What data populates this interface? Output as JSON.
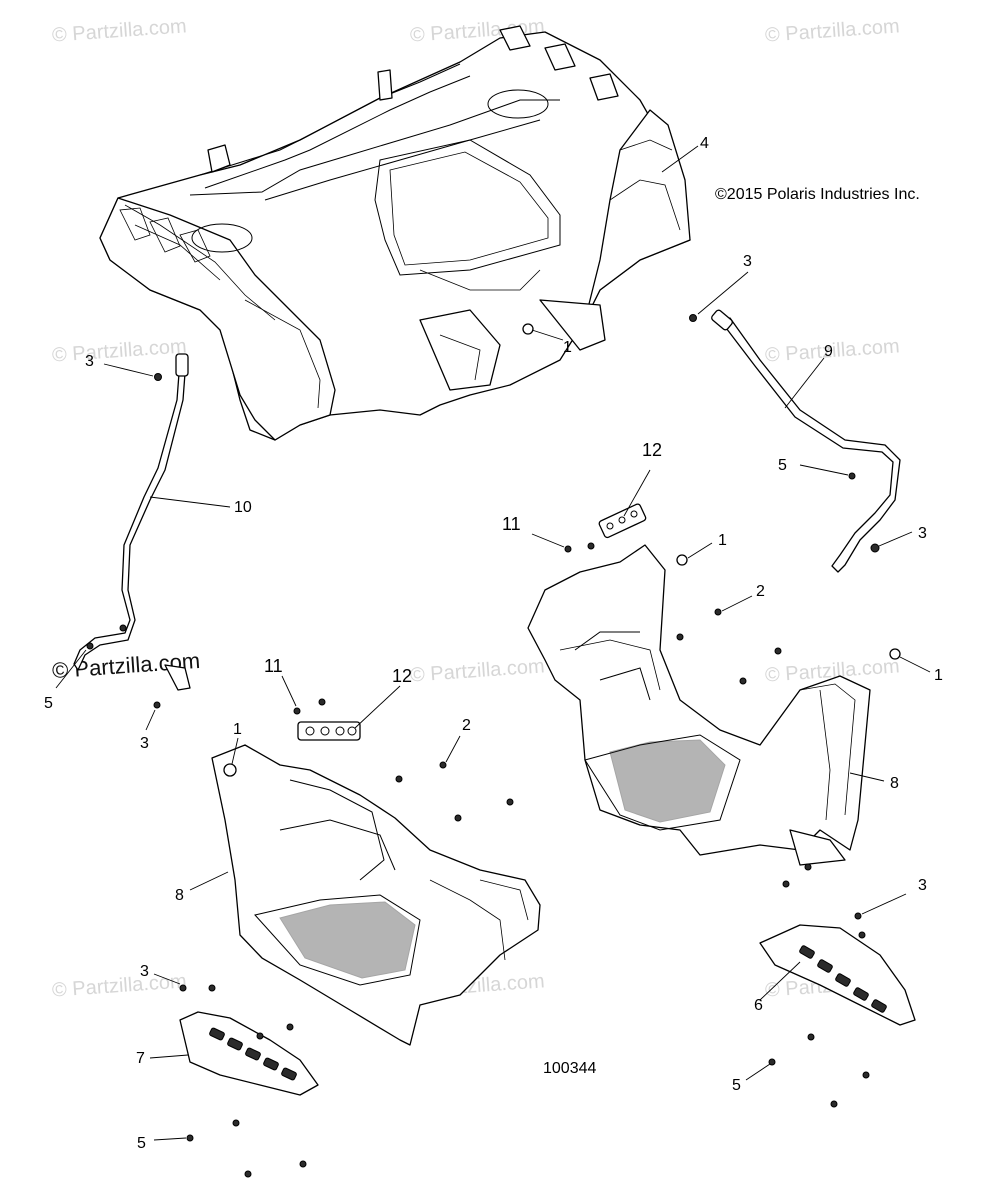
{
  "watermark_text": "© Partzilla.com",
  "watermark_prominent_text": "© Partzilla.com",
  "copyright": "©2015 Polaris Industries Inc.",
  "figure_number": "100344",
  "parts": [
    {
      "id": "rear-rack-body",
      "number": "4"
    },
    {
      "id": "rear-fastener",
      "number": "1"
    },
    {
      "id": "left-bolt-top",
      "number": "3"
    },
    {
      "id": "right-bolt-top",
      "number": "3"
    },
    {
      "id": "right-brace",
      "number": "9"
    },
    {
      "id": "left-brace",
      "number": "10"
    },
    {
      "id": "right-nut",
      "number": "5"
    },
    {
      "id": "right-bolt-lower",
      "number": "3"
    },
    {
      "id": "clip-right-upper",
      "number": "12"
    },
    {
      "id": "screw-right-upper",
      "number": "11"
    },
    {
      "id": "push-rivet-right",
      "number": "1"
    },
    {
      "id": "screw-right",
      "number": "2"
    },
    {
      "id": "push-rivet-right-2",
      "number": "1"
    },
    {
      "id": "right-footwell",
      "number": "8"
    },
    {
      "id": "left-nut",
      "number": "5"
    },
    {
      "id": "left-bolt-lower",
      "number": "3"
    },
    {
      "id": "screw-left-upper",
      "number": "11"
    },
    {
      "id": "clip-left-upper",
      "number": "12"
    },
    {
      "id": "push-rivet-left",
      "number": "1"
    },
    {
      "id": "screw-left",
      "number": "2"
    },
    {
      "id": "left-footwell",
      "number": "8"
    },
    {
      "id": "right-bolt-footrest",
      "number": "3"
    },
    {
      "id": "right-footrest",
      "number": "6"
    },
    {
      "id": "left-bolt-footrest",
      "number": "3"
    },
    {
      "id": "left-footrest",
      "number": "7"
    },
    {
      "id": "right-nut-footrest",
      "number": "5"
    },
    {
      "id": "left-nut-footrest",
      "number": "5"
    }
  ]
}
